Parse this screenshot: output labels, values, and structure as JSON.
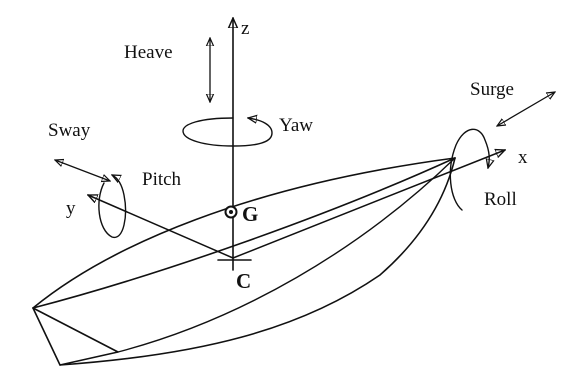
{
  "labels": {
    "heave": "Heave",
    "yaw": "Yaw",
    "surge": "Surge",
    "sway": "Sway",
    "pitch": "Pitch",
    "roll": "Roll",
    "z": "z",
    "x": "x",
    "y": "y",
    "g": "G",
    "c": "C"
  },
  "colors": {
    "ink": "#111111",
    "background": "#ffffff"
  }
}
